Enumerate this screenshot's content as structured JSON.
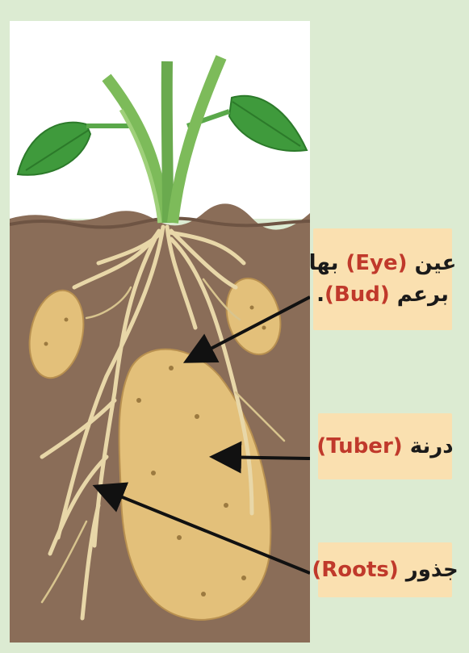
{
  "labels": {
    "eye": {
      "line1_ar": "عين",
      "line1_en": "(Eye)",
      "line1_ar2": "بها",
      "line2_ar": "برعم",
      "line2_en": "(Bud)",
      "line2_end": "."
    },
    "tuber": {
      "ar": "درنة",
      "en": "(Tuber)"
    },
    "roots": {
      "ar": "جذور",
      "en": "(Roots)"
    }
  },
  "colors": {
    "background": "#dcebd2",
    "sky": "#ffffff",
    "soil": "#8a6d58",
    "label_bg": "#fae0b0",
    "label_english": "#c0392b",
    "leaf": "#3f9a3c",
    "stem": "#7dbb5a",
    "tuber": "#e3c07a",
    "root": "#e8d7a8"
  }
}
